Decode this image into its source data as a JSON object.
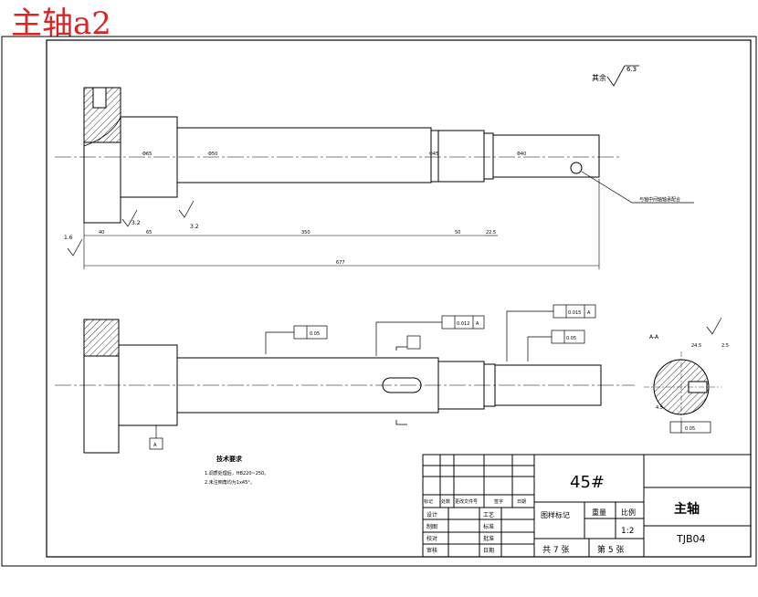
{
  "corner_title": "主轴a2",
  "roughness_note": {
    "label": "其余",
    "value": "6.3"
  },
  "drawing_labels": {
    "spindle_note": "与轴中间轴轴承配合",
    "section_label": "A-A",
    "technical_requirements_title": "技术要求",
    "requirement_1": "1.调质处理后，HB220~250。",
    "requirement_2": "2.未注倒角均为1x45°。",
    "section_tol": "0.05",
    "runout_tol_1": "0.05",
    "runout_tol_2": "0.012",
    "runout_tol_3": "0.015",
    "runout_tol_4": "0.05",
    "datum_1": "A",
    "datum_2": "A",
    "datum_3": "A"
  },
  "dimensions": {
    "left_flange": "40",
    "d1": "65",
    "main": "350",
    "d2": "50",
    "d3": "22.5",
    "overall": "677",
    "roughness_small": "1.6",
    "roughness_a": "3.2",
    "roughness_b": "3.2",
    "keyway_w": "24.5",
    "keyway_h": "2.5",
    "section_d": "4.5"
  },
  "title_block": {
    "material": "45#",
    "part_name": "主轴",
    "drawing_no": "TJB04",
    "scale_header": "比例",
    "scale": "1:2",
    "weight_header": "重量",
    "stage_mark_header": "图样标记",
    "sheets_total": "共 7 张",
    "sheet_no": "第 5 张",
    "rev_headers": [
      "标记",
      "处数",
      "更改文件号",
      "签字",
      "日期"
    ],
    "roles_left": [
      "设计",
      "制图",
      "校对",
      "审核"
    ],
    "roles_right": [
      "工艺",
      "标准",
      "批准",
      "日期"
    ]
  }
}
